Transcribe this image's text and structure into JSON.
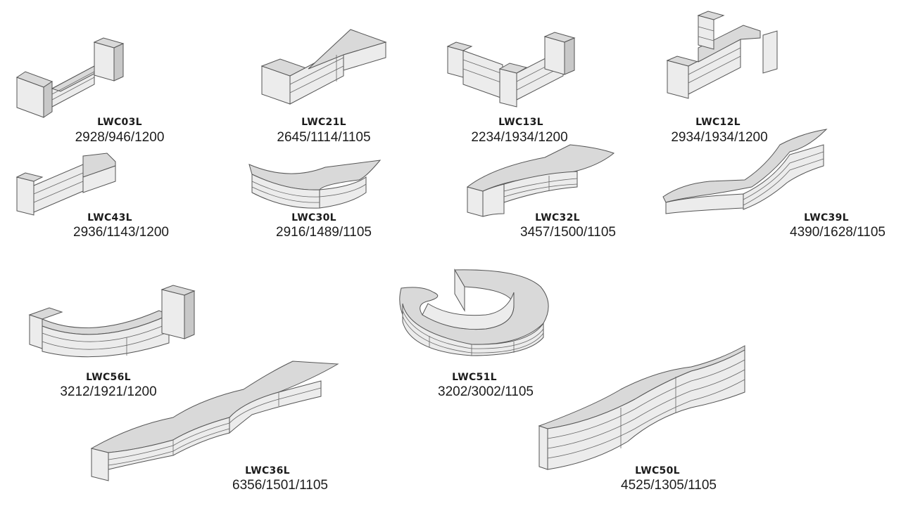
{
  "products": [
    {
      "code": "LWC03L",
      "dims": "2928/946/1200"
    },
    {
      "code": "LWC21L",
      "dims": "2645/1114/1105"
    },
    {
      "code": "LWC13L",
      "dims": "2234/1934/1200"
    },
    {
      "code": "LWC12L",
      "dims": "2934/1934/1200"
    },
    {
      "code": "LWC43L",
      "dims": "2936/1143/1200"
    },
    {
      "code": "LWC30L",
      "dims": "2916/1489/1105"
    },
    {
      "code": "LWC32L",
      "dims": "3457/1500/1105"
    },
    {
      "code": "LWC39L",
      "dims": "4390/1628/1105"
    },
    {
      "code": "LWC56L",
      "dims": "3212/1921/1200"
    },
    {
      "code": "LWC51L",
      "dims": "3202/3002/1105"
    },
    {
      "code": "LWC36L",
      "dims": "6356/1501/1105"
    },
    {
      "code": "LWC50L",
      "dims": "4525/1305/1105"
    }
  ]
}
